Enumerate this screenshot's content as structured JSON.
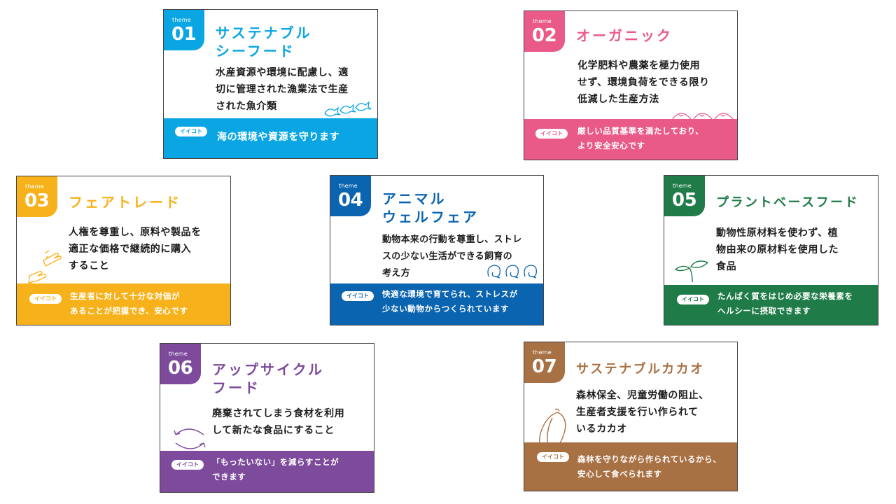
{
  "badge_label": "theme",
  "pill_label": "イイコト",
  "colors": {
    "t01": "#0aa6e3",
    "t02": "#ea5a88",
    "t03": "#f7b21b",
    "t04": "#0b64b0",
    "t05": "#1f7b48",
    "t06": "#7d4a9c",
    "t07": "#a87144"
  },
  "themes": [
    {
      "num": "01",
      "title_line1": "サステナブル",
      "title_line2": "シーフード",
      "desc": [
        "水産資源や環境に配慮し、適",
        "切に管理された漁業法で生産",
        "された魚介類"
      ],
      "footer": [
        "海の環境や資源を守ります"
      ],
      "icon": "fish-icon"
    },
    {
      "num": "02",
      "title_line1": "オーガニック",
      "desc": [
        "化学肥料や農薬を極力使用",
        "せず、環境負荷をできる限り",
        "低減した生産方法"
      ],
      "footer": [
        "厳しい品質基準を満たしており、",
        "より安全安心です"
      ],
      "icon": "sprout-icon"
    },
    {
      "num": "03",
      "title_line1": "フェアトレード",
      "desc": [
        "人権を尊重し、原料や製品を",
        "適正な価格で継続的に購入",
        "すること"
      ],
      "footer": [
        "生産者に対して十分な対価が",
        "あることが把握でき、安心です"
      ],
      "icon": "handshake-icon"
    },
    {
      "num": "04",
      "title_line1": "アニマル",
      "title_line2": "ウェルフェア",
      "desc": [
        "動物本来の行動を尊重し、ストレ",
        "スの少ない生活ができる飼育の",
        "考え方"
      ],
      "footer": [
        "快適な環境で育てられ、ストレスが",
        "少ない動物からつくられています"
      ],
      "icon": "animal-icon"
    },
    {
      "num": "05",
      "title_line1": "プラントベースフード",
      "desc": [
        "動物性原材料を使わず、植",
        "物由来の原材料を使用した",
        "食品"
      ],
      "footer": [
        "たんぱく質をはじめ必要な栄養素を",
        "ヘルシーに摂取できます"
      ],
      "icon": "leaf-sprout-icon"
    },
    {
      "num": "06",
      "title_line1": "アップサイクル",
      "title_line2": "フード",
      "desc": [
        "廃棄されてしまう食材を利用",
        "して新たな食品にすること"
      ],
      "footer": [
        "「もったいない」を減らすことが",
        "できます"
      ],
      "icon": "recycle-arrows-icon"
    },
    {
      "num": "07",
      "title_line1": "サステナブルカカオ",
      "desc": [
        "森林保全、児童労働の阻止、",
        "生産者支援を行い作られて",
        "いるカカオ"
      ],
      "footer": [
        "森林を守りながら作られているから、",
        "安心して食べられます"
      ],
      "icon": "cacao-pod-icon"
    }
  ]
}
